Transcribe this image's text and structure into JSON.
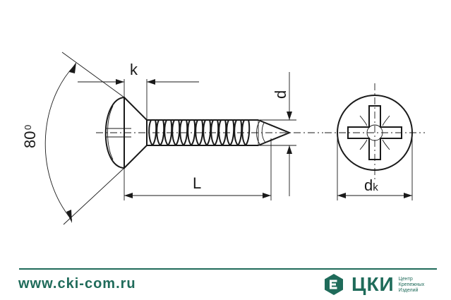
{
  "colors": {
    "brand": "#1f6b5a",
    "line": "#1a1a1a"
  },
  "dimensions": {
    "head_height": "k",
    "thread_diameter": "d",
    "length": "L",
    "head_diameter_base": "d",
    "head_diameter_sub": "k",
    "angle_value": "80",
    "angle_degree": "0"
  },
  "footer": {
    "website": "www.cki-com.ru",
    "brand_name": "ЦКИ",
    "brand_tagline": [
      "Центр",
      "Крепежных",
      "Изделий"
    ],
    "logo_icon": "hexagon-e-logo-icon"
  }
}
